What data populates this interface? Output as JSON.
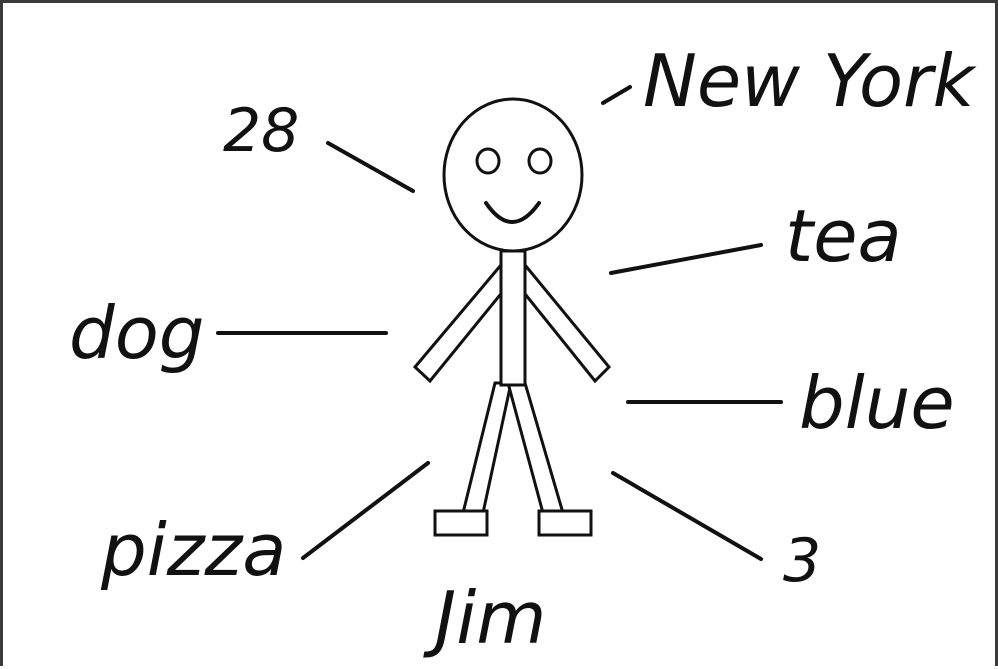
{
  "figure": {
    "name_label": "Jim"
  },
  "attributes": {
    "age": "28",
    "city": "New York",
    "drink": "tea",
    "pet": "dog",
    "color": "blue",
    "food": "pizza",
    "number": "3"
  },
  "colors": {
    "ink": "#111111",
    "background": "#ffffff",
    "frame": "#3a3a3a"
  }
}
